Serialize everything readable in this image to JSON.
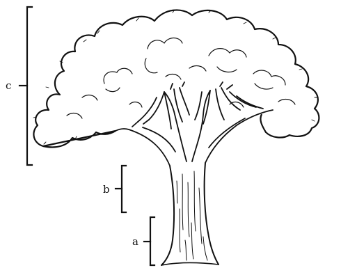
{
  "labels": {
    "a": "a",
    "b": "b",
    "c": "c"
  },
  "colors": {
    "ink": "#111111",
    "background": "#ffffff",
    "canopy_fill": "#ffffff"
  }
}
